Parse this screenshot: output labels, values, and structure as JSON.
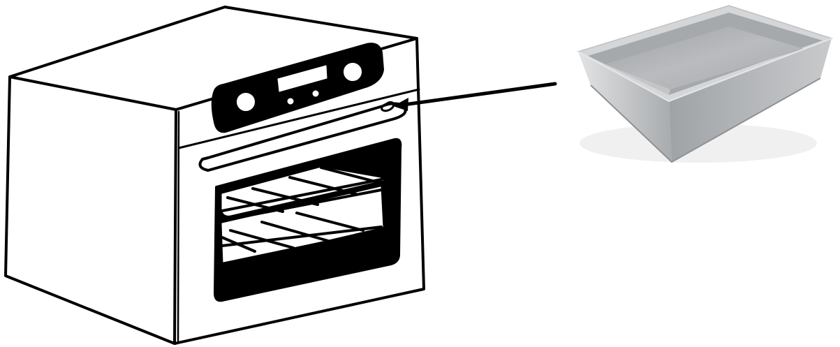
{
  "scene": {
    "background_color": "#ffffff",
    "objects": [
      {
        "name": "oven",
        "style": "black line drawing",
        "icon": "oven-icon"
      },
      {
        "name": "baking-pan",
        "style": "photo",
        "color": "#b9bbbd",
        "icon": "baking-pan-icon"
      },
      {
        "name": "arrow",
        "from": "baking-pan",
        "to": "oven-door-handle",
        "icon": "arrow-icon"
      }
    ],
    "colors": {
      "ink": "#000000",
      "pan_rim": "#d3d5d7",
      "pan_inner": "#a9acaf",
      "pan_floor": "#b8babd",
      "pan_side": "#9c9fa2"
    }
  }
}
